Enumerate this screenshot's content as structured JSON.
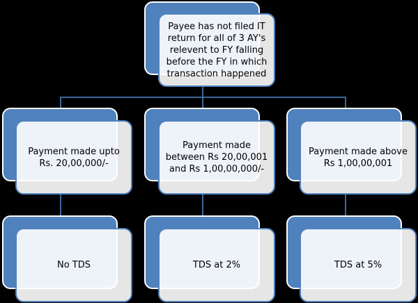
{
  "root": {
    "text": "Payee has not filed IT return for all of 3 AY's relevent to FY falling before the FY in which transaction happened"
  },
  "conditions": [
    {
      "text": "Payment made upto Rs. 20,00,000/-"
    },
    {
      "text": "Payment made between Rs 20,00,001 and Rs 1,00,00,000/-"
    },
    {
      "text": "Payment made above Rs 1,00,00,001"
    }
  ],
  "results": [
    {
      "text": "No TDS"
    },
    {
      "text": "TDS at 2%"
    },
    {
      "text": "TDS at 5%"
    }
  ],
  "colors": {
    "node_blue": "#4f81bd",
    "connector": "#3a6a9e"
  }
}
